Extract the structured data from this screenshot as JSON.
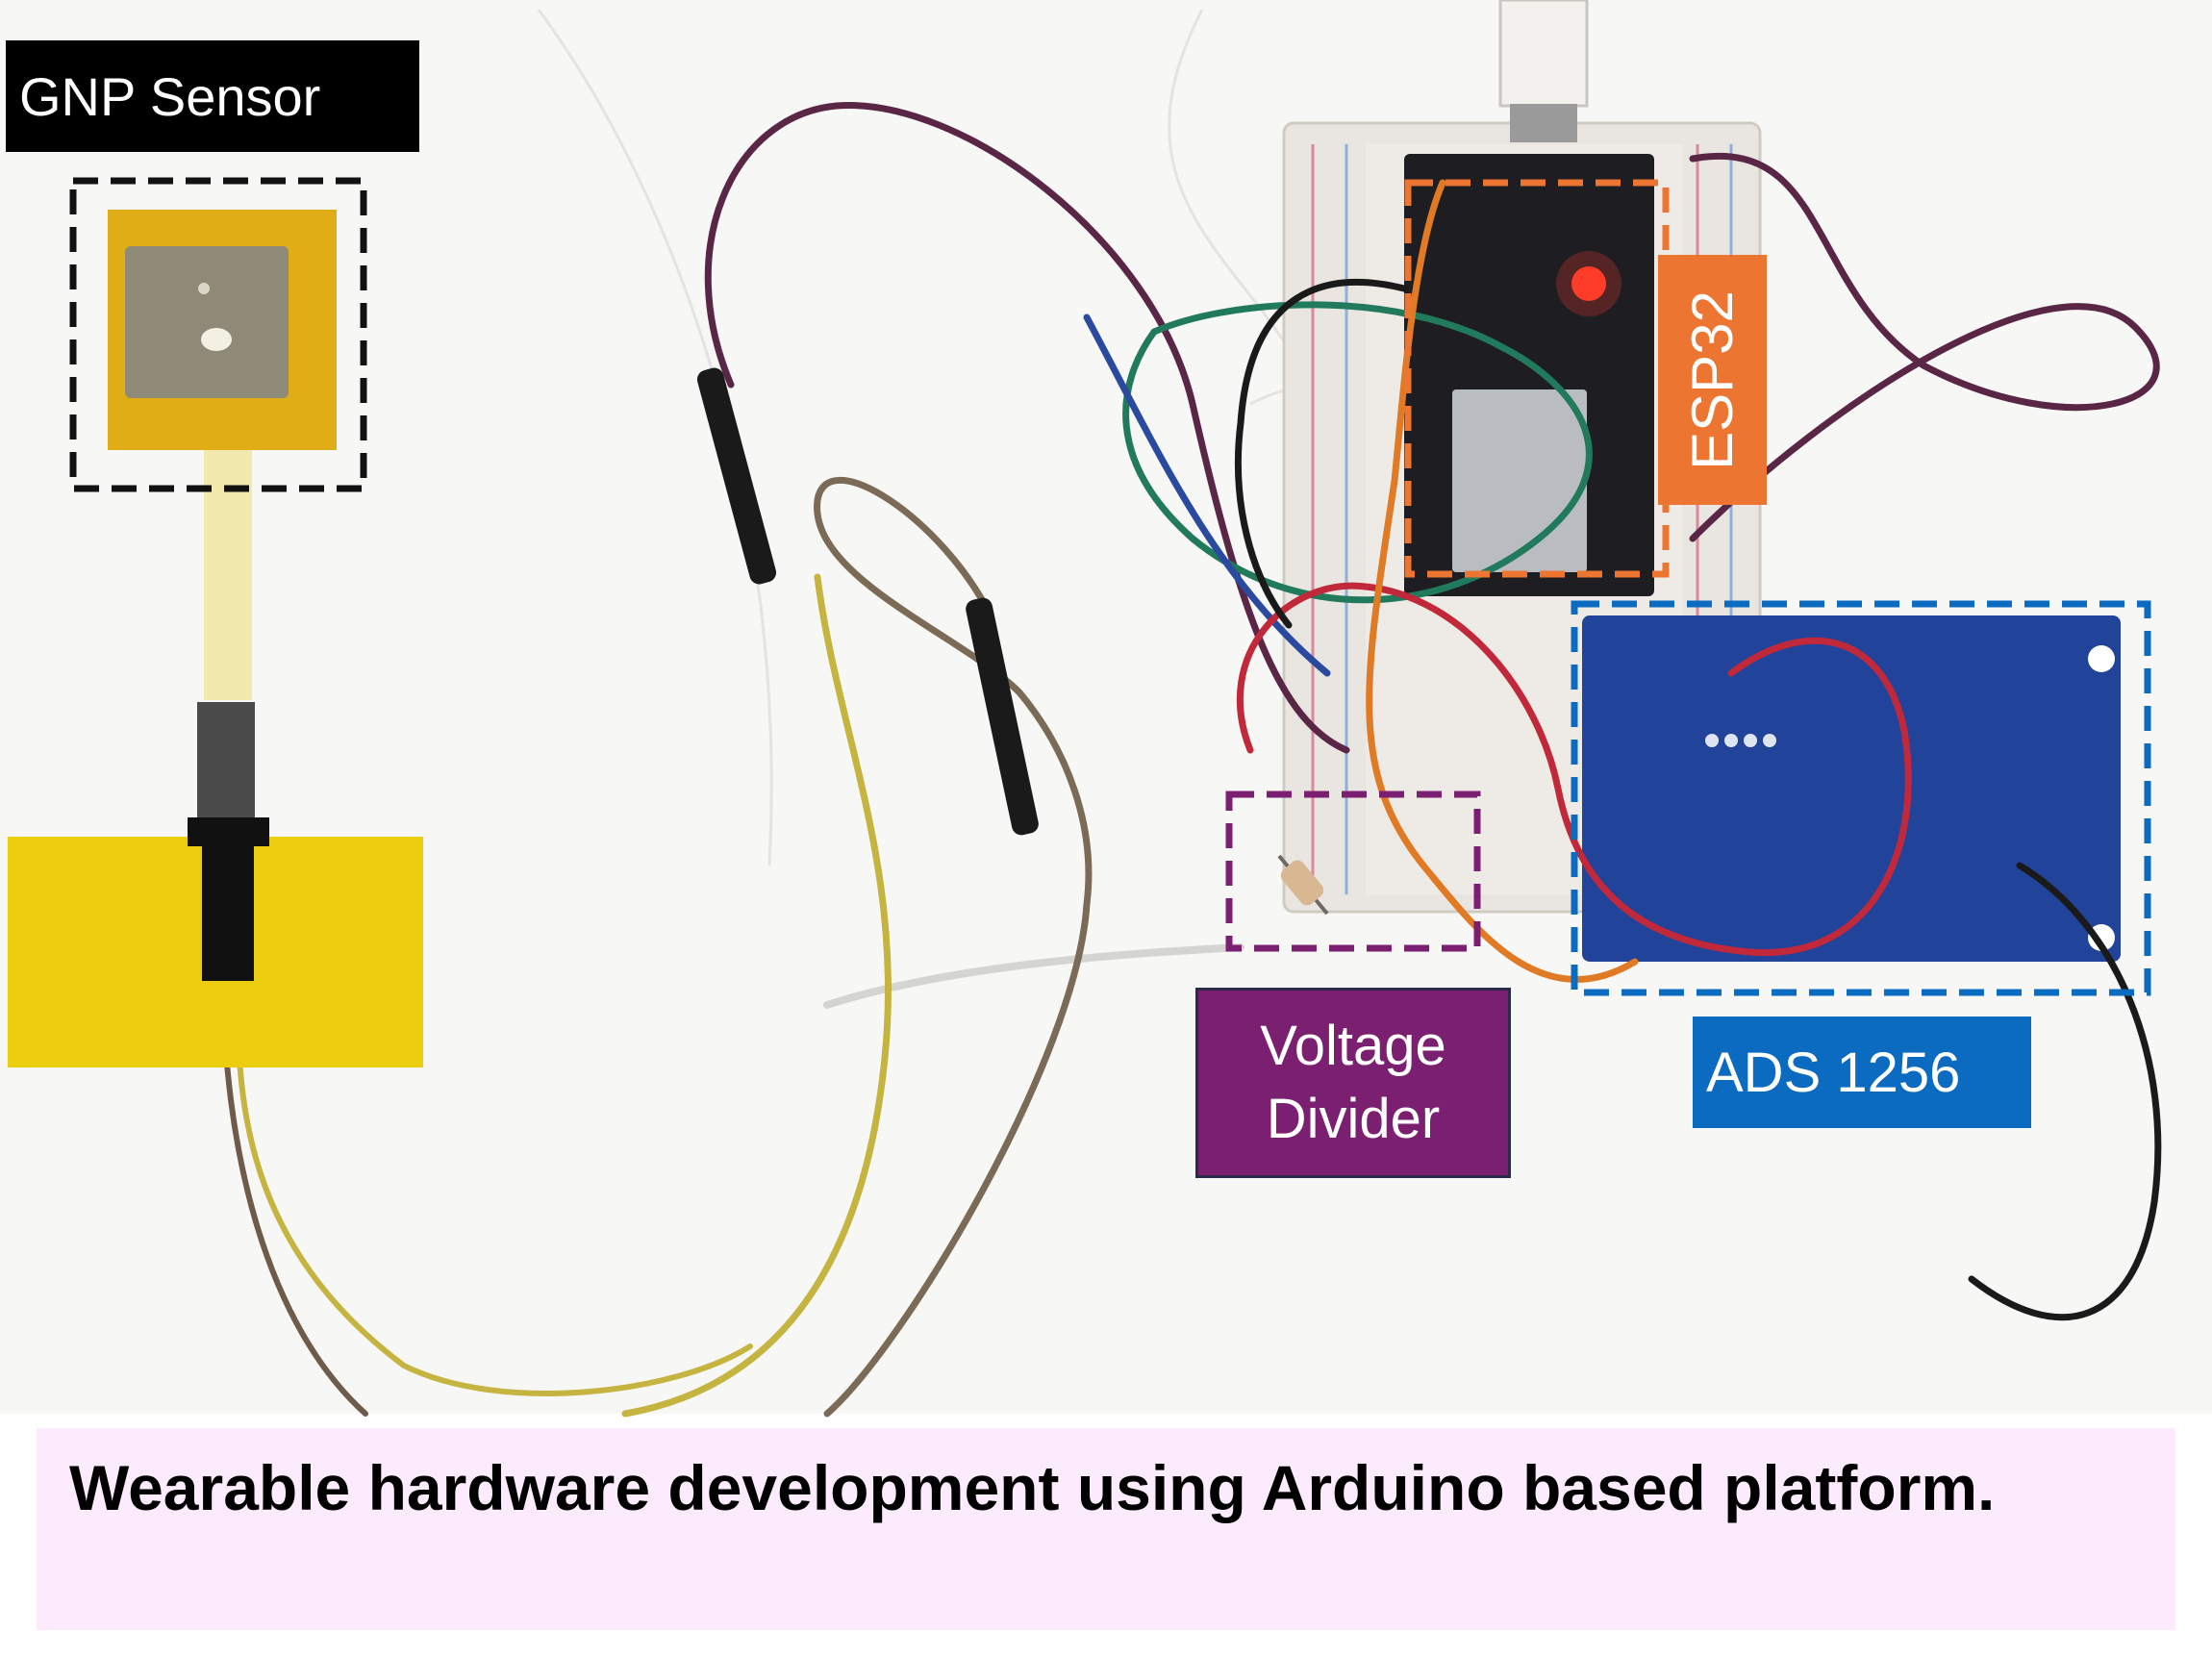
{
  "labels": {
    "gnp_sensor": "GNP Sensor",
    "esp32": "ESP32",
    "voltage_divider_line1": "Voltage",
    "voltage_divider_line2": "Divider",
    "ads": "ADS 1256"
  },
  "caption": "Wearable hardware development using Arduino based platform.",
  "colors": {
    "gnp_label_bg": "#000000",
    "esp32_accent": "#ec7531",
    "voltage_divider_accent": "#7b1f70",
    "ads_accent": "#0a6bc0",
    "caption_bg": "#fcebfc"
  }
}
